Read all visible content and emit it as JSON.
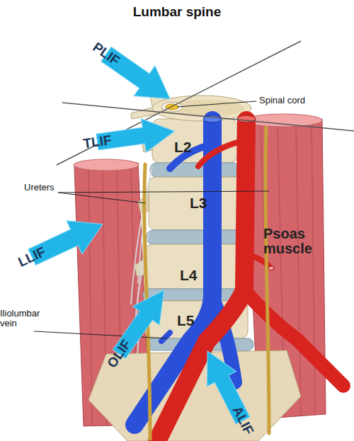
{
  "diagram": {
    "title": "Lumbar spine",
    "nodes": [
      {
        "text": [
          "PLIF"
        ]
      },
      {
        "text": [
          "TLIF"
        ]
      },
      {
        "text": [
          "LLIF"
        ]
      },
      {
        "text": [
          "OLIF"
        ]
      },
      {
        "text": [
          "ALIF"
        ]
      }
    ],
    "labels": [
      "Spinal cord",
      "Ureters",
      "L2",
      "L3",
      "Psoas muscle",
      "L4",
      "Iliolumbar vein",
      "L5"
    ]
  }
}
